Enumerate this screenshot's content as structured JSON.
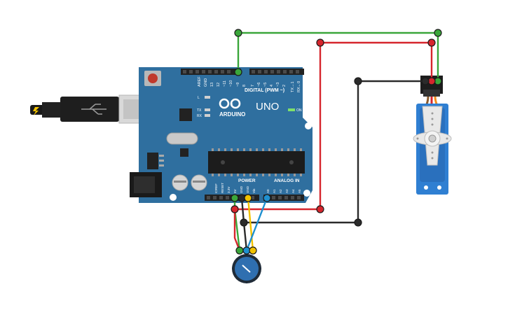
{
  "board": {
    "brand": "ARDUINO",
    "model": "UNO",
    "digital_header_label": "DIGITAL (PWM ~)",
    "digital_pins": [
      "AREF",
      "GND",
      "13",
      "12",
      "~11",
      "~10",
      "~9",
      "8",
      "7",
      "~6",
      "~5",
      "4",
      "~3",
      "2",
      "TX→1",
      "RX←0"
    ],
    "power_label": "POWER",
    "analog_label": "ANALOG IN",
    "power_pins": [
      "IOREF",
      "RESET",
      "3.3V",
      "5V",
      "GND",
      "GND",
      "Vin"
    ],
    "analog_pins": [
      "A0",
      "A1",
      "A2",
      "A3",
      "A4",
      "A5"
    ],
    "led_labels": [
      "L",
      "TX",
      "RX"
    ],
    "on_label": "ON"
  },
  "components": {
    "usb": "usb-cable",
    "servo": "micro-servo",
    "potentiometer": "potentiometer"
  },
  "colors": {
    "board": "#2f6f9f",
    "board_dark": "#1d4f78",
    "wire_green": "#3aa63a",
    "wire_red": "#d6262d",
    "wire_black": "#2b2b2b",
    "wire_yellow": "#f2c200",
    "wire_blue": "#1e90d0",
    "servo_body": "#2f7fd2"
  }
}
